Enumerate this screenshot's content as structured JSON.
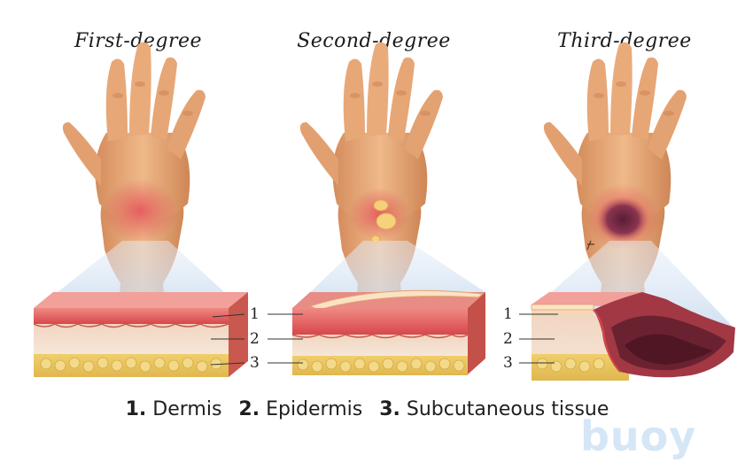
{
  "panels": [
    {
      "title": "First-degree"
    },
    {
      "title": "Second-degree"
    },
    {
      "title": "Third-degree"
    }
  ],
  "layer_numbers": [
    "1",
    "2",
    "3"
  ],
  "legend": {
    "items": [
      {
        "num": "1.",
        "text": "Dermis"
      },
      {
        "num": "2.",
        "text": "Epidermis"
      },
      {
        "num": "3.",
        "text": "Subcutaneous tissue"
      }
    ]
  },
  "watermark": "buoy",
  "colors": {
    "skin": "#e8a877",
    "burn_red": "#d9444a",
    "fat_yellow": "#ecc760",
    "char": "#6b2230",
    "zoom_blue": "#cfdff2"
  }
}
